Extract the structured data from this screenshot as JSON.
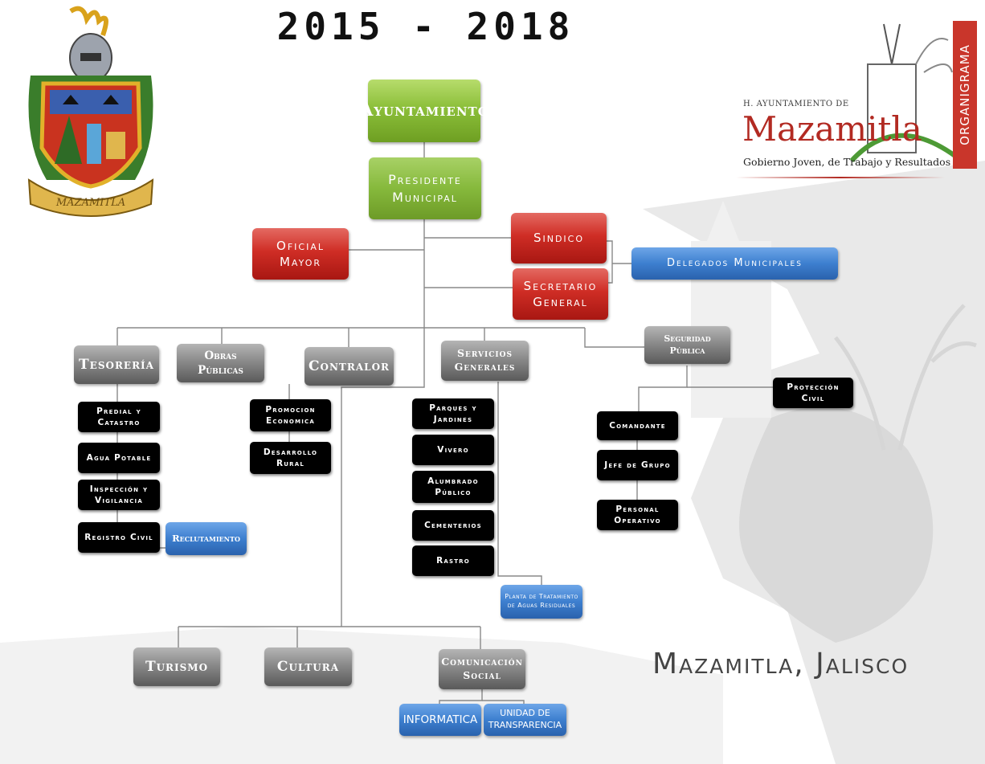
{
  "header": {
    "years": "2015 - 2018",
    "logo_top_line": "H. AYUNTAMIENTO DE",
    "logo_name": "Mazamitla",
    "logo_slogan": "Gobierno Joven, de Trabajo y Resultados",
    "side_tab": "ORGANIGRAMA",
    "crest_banner": "MAZAMITLA"
  },
  "footer": {
    "place": "Mazamitla, Jalisco"
  },
  "nodes": {
    "ayuntamiento": "Ayuntamiento",
    "presidente": "Presidente Municipal",
    "oficial_mayor": "Oficial Mayor",
    "sindico": "Sindico",
    "secretario": "Secretario General",
    "delegados": "Delegados Municipales",
    "tesoreria": "Tesorería",
    "obras": "Obras Públicas",
    "contralor": "Contralor",
    "servicios": "Servicios Generales",
    "seguridad": "Seguridad Pública",
    "proteccion": "Protección Civil",
    "predial": "Predial y Catastro",
    "agua": "Agua Potable",
    "inspeccion": "Inspección y Vigilancia",
    "registro": "Registro Civil",
    "reclutamiento": "Reclutamiento",
    "promocion": "Promocion Economica",
    "desarrollo": "Desarrollo Rural",
    "parques": "Parques y Jardines",
    "vivero": "Vivero",
    "alumbrado": "Alumbrado Público",
    "cementerios": "Cementerios",
    "rastro": "Rastro",
    "planta": "Planta de Tratamiento de Aguas Residuales",
    "comandante": "Comandante",
    "jefe": "Jefe de Grupo",
    "personal": "Personal Operativo",
    "turismo": "Turismo",
    "cultura": "Cultura",
    "comunicacion": "Comunicación Social",
    "informatica": "INFORMATICA",
    "transparencia": "Unidad de Transparencia"
  }
}
